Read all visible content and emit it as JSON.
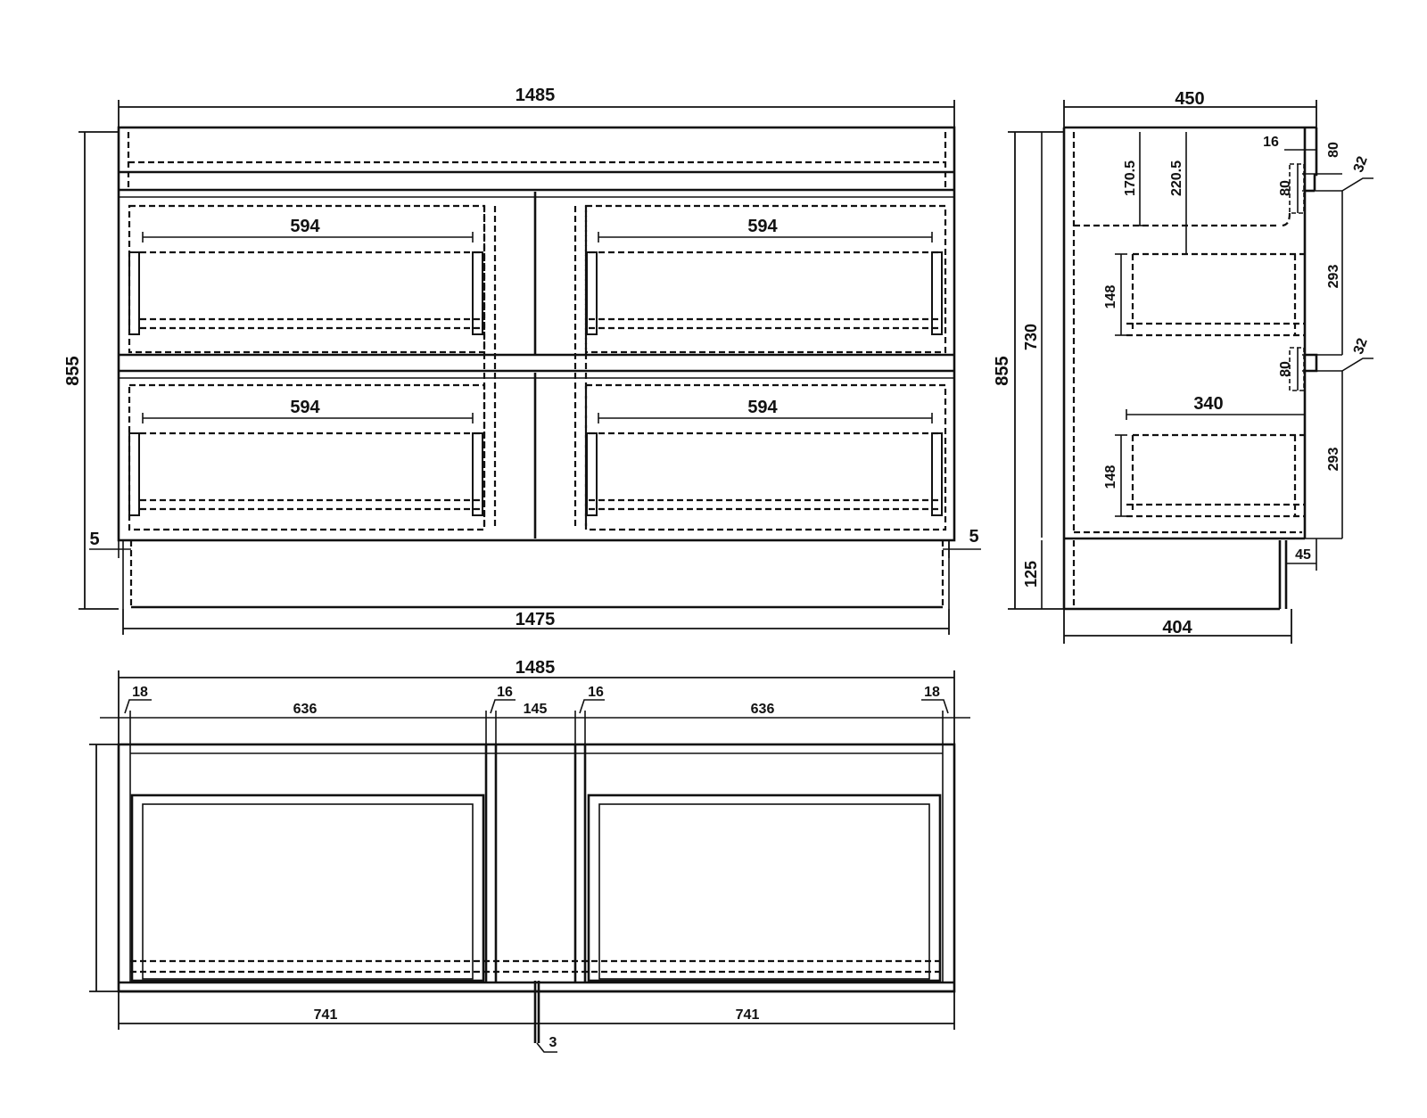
{
  "front_view": {
    "overall_width": "1485",
    "drawer_widths": [
      "594",
      "594",
      "594",
      "594"
    ],
    "height": "855",
    "side_gap_left": "5",
    "side_gap_right": "5",
    "base_width": "1475"
  },
  "side_view": {
    "depth": "450",
    "height": "855",
    "carcass_height": "730",
    "plinth_height": "125",
    "base_depth": "404",
    "plinth_setback": "45",
    "top_offset_a": "170.5",
    "top_offset_b": "220.5",
    "panel_thickness": "16",
    "top_rail": "80",
    "handle_gap_top": "32",
    "handle_gap_mid": "32",
    "handle_height_top": "80",
    "handle_height_mid": "80",
    "drawer_front_top": "293",
    "drawer_front_bottom": "293",
    "drawer_box_top": "148",
    "drawer_box_bottom": "148",
    "drawer_depth": "340"
  },
  "plan_view": {
    "overall_width": "1485",
    "end_panel_left": "18",
    "end_panel_right": "18",
    "inner_width_left": "636",
    "inner_width_right": "636",
    "divider_left": "16",
    "divider_right": "16",
    "center_gap": "145",
    "half_width_left": "741",
    "half_width_right": "741",
    "center_gap_bottom": "3"
  }
}
